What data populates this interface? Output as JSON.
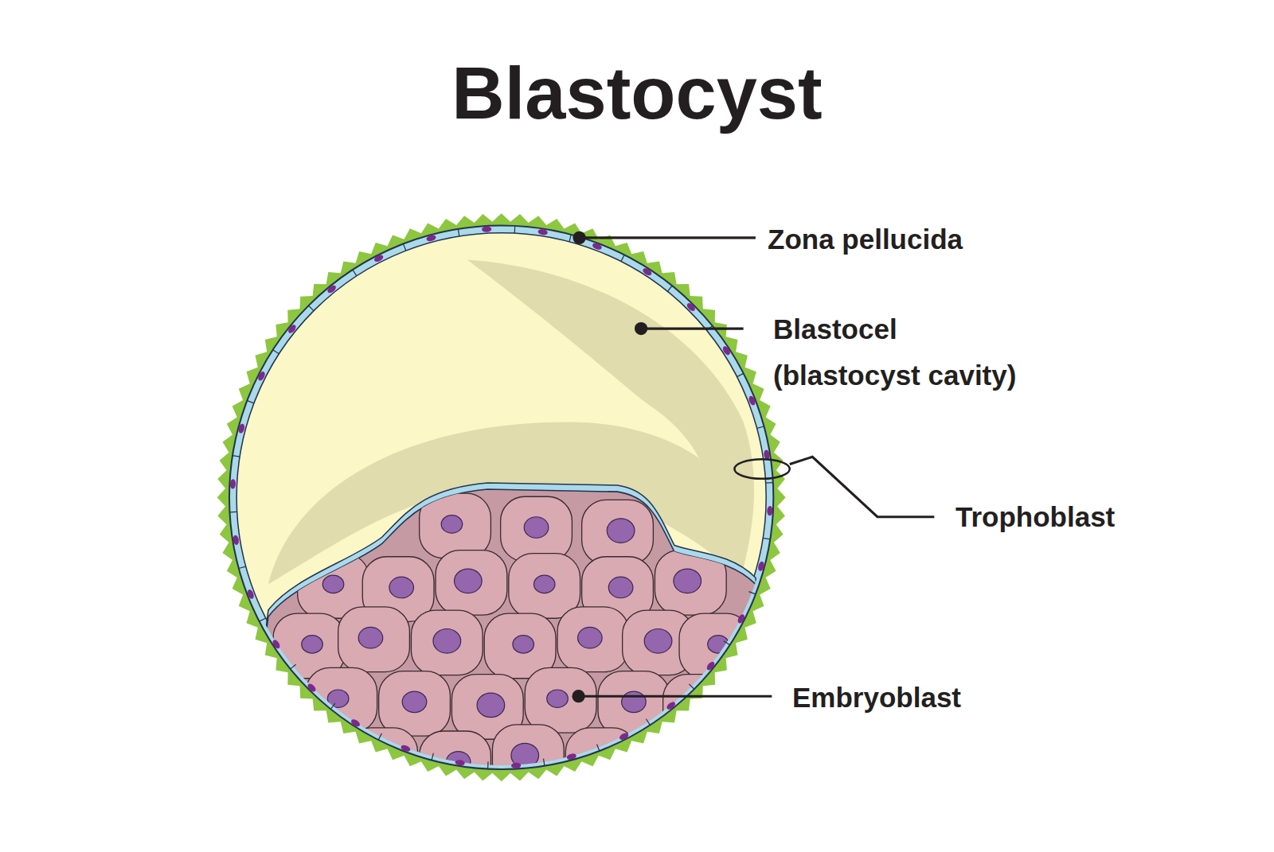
{
  "diagram": {
    "title": "Blastocyst",
    "labels": [
      "Zona pellucida",
      "Blastocel (blastocyst cavity)",
      "Trophoblast",
      "Embryoblast"
    ]
  }
}
